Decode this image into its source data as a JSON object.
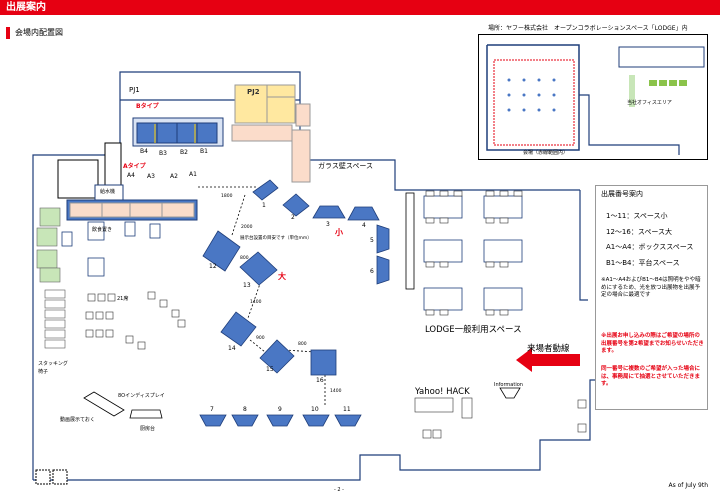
{
  "header": {
    "title": "出展案内"
  },
  "section": {
    "title": "会場内配置図"
  },
  "inset": {
    "caption": "場所：ヤフー株式会社　オープンコラボレーションスペース「LODGE」内",
    "label_venue": "会場（赤線範囲内）",
    "label_office": "当社オフィスエリア"
  },
  "legend": {
    "title": "出展番号案内",
    "rows": [
      "1～11：スペース小",
      "12～16：スペース大",
      "A1～A4：ボックススペース",
      "B1～B4：平台スペース"
    ],
    "note": "※A1～A4およびB1～B4は照明をやや暗めにするため、光を放つ出展物を出展予定の場合に最適です",
    "notice1": "※出展お申し込みの際はご希望の場所の出展番号を第2希望までお知らせいただきます。",
    "notice2": "同一番号に複数のご希望が入った場合には、事務局にて抽選とさせていただきます。"
  },
  "map": {
    "pj1": "PJ1",
    "pj2": "PJ2",
    "b_type": "Bタイプ",
    "a_type": "Aタイプ",
    "b_labels": [
      "B4",
      "B3",
      "B2",
      "B1"
    ],
    "a_labels": [
      "A4",
      "A3",
      "A2",
      "A1"
    ],
    "kyuusuiki": "給水機",
    "glass_wall": "ガラス壁スペース",
    "lodge_space": "LODGE一般利用スペース",
    "visitor_flow": "来場者動線",
    "yahoo_hack": "Yahoo! HACK",
    "information": "Information",
    "stacking": "スタッキング椅子",
    "seats_21": "21席",
    "display_8": "8Oインディスプレイ",
    "movable": "動画展示ておく",
    "chuubou": "厨房台",
    "inshoku": "飲食置き",
    "small_label": "小",
    "large_label": "大",
    "guide_text": "展示台設置の目安です（単位mm）",
    "small_booths": [
      "1",
      "2",
      "3",
      "4",
      "5",
      "6",
      "7",
      "8",
      "9",
      "10",
      "11"
    ],
    "large_booths": [
      "12",
      "13",
      "14",
      "15",
      "16"
    ],
    "dims": [
      "1800",
      "2000",
      "800",
      "1400",
      "800",
      "900",
      "1400"
    ]
  },
  "footer": {
    "as_of": "As of July 9th",
    "page": "- 2 -"
  },
  "colors": {
    "accent": "#e60012",
    "booth": "#4a77c4",
    "booth_dark": "#1f3e7a",
    "peach": "#fbdcca",
    "yellow": "#ffe8a0"
  }
}
